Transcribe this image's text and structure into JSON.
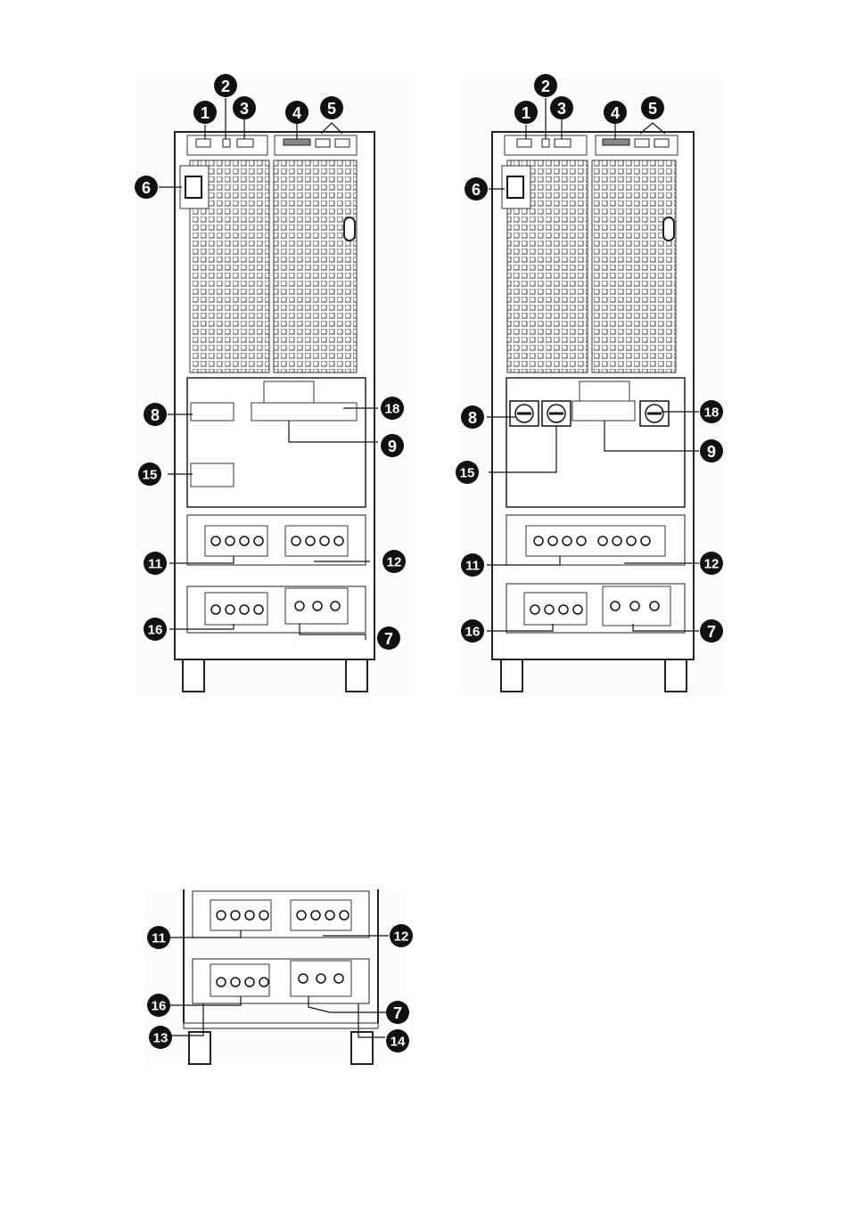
{
  "figures": [
    {
      "id": "rear-panel-left",
      "callouts": [
        "1",
        "2",
        "3",
        "4",
        "5",
        "6",
        "8",
        "18",
        "9",
        "15",
        "11",
        "12",
        "16",
        "7"
      ]
    },
    {
      "id": "rear-panel-right",
      "callouts": [
        "1",
        "2",
        "3",
        "4",
        "5",
        "6",
        "8",
        "18",
        "15",
        "9",
        "11",
        "12",
        "16",
        "7"
      ]
    },
    {
      "id": "terminal-detail",
      "callouts": [
        "11",
        "12",
        "16",
        "7",
        "13",
        "14"
      ]
    }
  ]
}
